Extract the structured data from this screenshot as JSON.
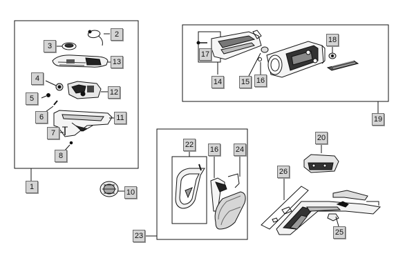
{
  "callouts": [
    {
      "id": "1",
      "label": "1"
    },
    {
      "id": "2",
      "label": "2"
    },
    {
      "id": "3",
      "label": "3"
    },
    {
      "id": "4",
      "label": "4"
    },
    {
      "id": "5",
      "label": "5"
    },
    {
      "id": "6",
      "label": "6"
    },
    {
      "id": "7",
      "label": "7"
    },
    {
      "id": "8",
      "label": "8"
    },
    {
      "id": "10",
      "label": "10"
    },
    {
      "id": "11",
      "label": "11"
    },
    {
      "id": "12",
      "label": "12"
    },
    {
      "id": "13",
      "label": "13"
    },
    {
      "id": "14",
      "label": "14"
    },
    {
      "id": "15",
      "label": "15"
    },
    {
      "id": "16a",
      "label": "16"
    },
    {
      "id": "16b",
      "label": "16"
    },
    {
      "id": "17",
      "label": "17"
    },
    {
      "id": "18",
      "label": "18"
    },
    {
      "id": "19",
      "label": "19"
    },
    {
      "id": "20",
      "label": "20"
    },
    {
      "id": "22",
      "label": "22"
    },
    {
      "id": "23",
      "label": "23"
    },
    {
      "id": "24",
      "label": "24"
    },
    {
      "id": "25",
      "label": "25"
    },
    {
      "id": "26",
      "label": "26"
    }
  ]
}
